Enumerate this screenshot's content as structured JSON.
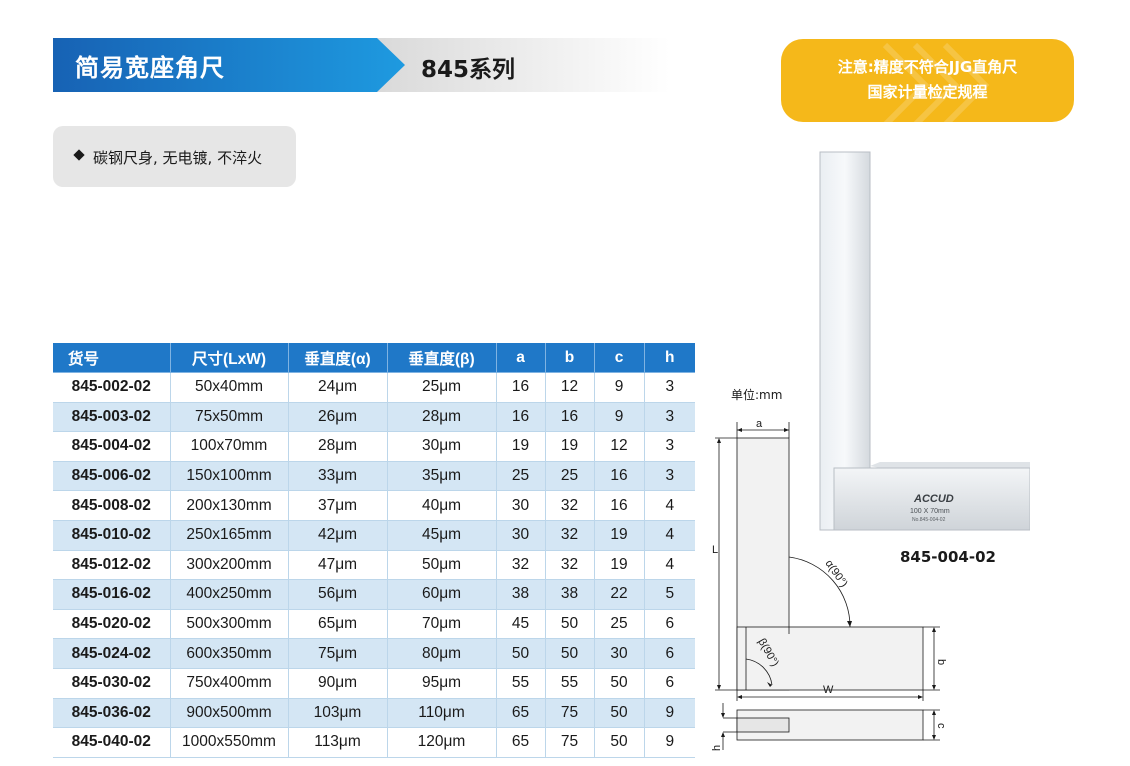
{
  "header": {
    "title": "简易宽座角尺",
    "series": "845系列"
  },
  "notice": {
    "line1": "注意:精度不符合JJG直角尺",
    "line2": "国家计量检定规程"
  },
  "feature": {
    "text": "碳钢尺身, 无电镀, 不淬火"
  },
  "colors": {
    "header_blue": "#1b6fc0",
    "notice_yellow": "#f5b81a",
    "table_head": "#1f78c8",
    "table_alt": "#d4e6f4"
  },
  "table": {
    "columns": [
      "货号",
      "尺寸(LxW)",
      "垂直度(α)",
      "垂直度(β)",
      "a",
      "b",
      "c",
      "h"
    ],
    "rows": [
      [
        "845-002-02",
        "50x40mm",
        "24μm",
        "25μm",
        "16",
        "12",
        "9",
        "3"
      ],
      [
        "845-003-02",
        "75x50mm",
        "26μm",
        "28μm",
        "16",
        "16",
        "9",
        "3"
      ],
      [
        "845-004-02",
        "100x70mm",
        "28μm",
        "30μm",
        "19",
        "19",
        "12",
        "3"
      ],
      [
        "845-006-02",
        "150x100mm",
        "33μm",
        "35μm",
        "25",
        "25",
        "16",
        "3"
      ],
      [
        "845-008-02",
        "200x130mm",
        "37μm",
        "40μm",
        "30",
        "32",
        "16",
        "4"
      ],
      [
        "845-010-02",
        "250x165mm",
        "42μm",
        "45μm",
        "30",
        "32",
        "19",
        "4"
      ],
      [
        "845-012-02",
        "300x200mm",
        "47μm",
        "50μm",
        "32",
        "32",
        "19",
        "4"
      ],
      [
        "845-016-02",
        "400x250mm",
        "56μm",
        "60μm",
        "38",
        "38",
        "22",
        "5"
      ],
      [
        "845-020-02",
        "500x300mm",
        "65μm",
        "70μm",
        "45",
        "50",
        "25",
        "6"
      ],
      [
        "845-024-02",
        "600x350mm",
        "75μm",
        "80μm",
        "50",
        "50",
        "30",
        "6"
      ],
      [
        "845-030-02",
        "750x400mm",
        "90μm",
        "95μm",
        "55",
        "55",
        "50",
        "6"
      ],
      [
        "845-036-02",
        "900x500mm",
        "103μm",
        "110μm",
        "65",
        "75",
        "50",
        "9"
      ],
      [
        "845-040-02",
        "1000x550mm",
        "113μm",
        "120μm",
        "65",
        "75",
        "50",
        "9"
      ]
    ]
  },
  "diagram": {
    "unit_label": "单位:mm",
    "label_a": "a",
    "label_L": "L",
    "label_W": "W",
    "label_b": "b",
    "label_c": "c",
    "label_h": "h",
    "label_alpha": "α(90°)",
    "label_beta": "β(90°)"
  },
  "photo": {
    "brand": "ACCUD",
    "size": "100 X 70mm",
    "model_small": "No.845-004-02",
    "caption": "845-004-02"
  }
}
